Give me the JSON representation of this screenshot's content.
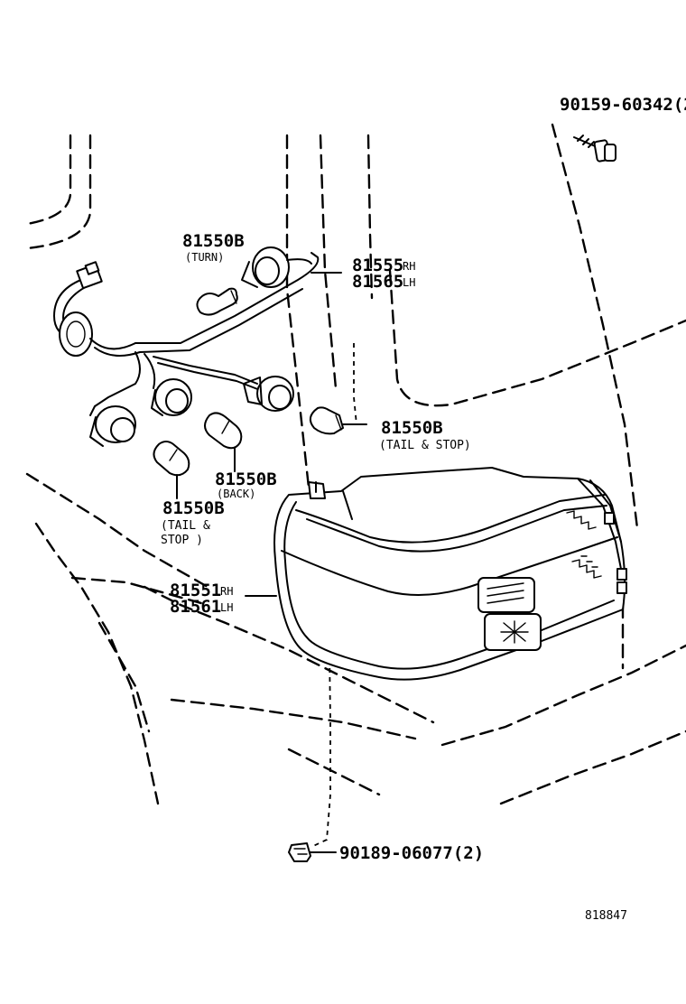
{
  "parts": {
    "screw": {
      "number": "90159-60342(2"
    },
    "socket_wire": {
      "number_rh": "81555",
      "side_rh": "RH",
      "number_lh": "81565",
      "side_lh": "LH"
    },
    "bulb_turn": {
      "number": "81550B",
      "caption": "(TURN)"
    },
    "bulb_tail_stop_right": {
      "number": "81550B",
      "caption": "(TAIL & STOP)"
    },
    "bulb_back": {
      "number": "81550B",
      "caption": "(BACK)"
    },
    "bulb_tail_stop_left": {
      "number": "81550B",
      "caption_line1": "(TAIL &",
      "caption_line2": "STOP )"
    },
    "lamp_assy": {
      "number_rh": "81551",
      "side_rh": "RH",
      "number_lh": "81561",
      "side_lh": "LH"
    },
    "clip": {
      "number": "90189-06077(2)"
    }
  },
  "figure_id": "818847"
}
